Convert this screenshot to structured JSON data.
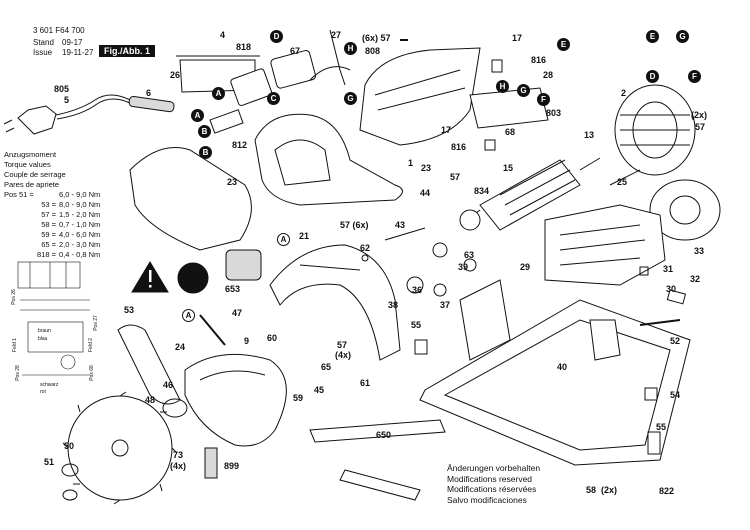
{
  "header": {
    "part_number": "3 601 F64 700",
    "stand_label": "Stand",
    "stand_value": "09-17",
    "issue_label": "Issue",
    "issue_value": "19-11-27",
    "figure_tag": "Fig./Abb. 1"
  },
  "torque_table": {
    "titles": [
      "Anzugsmoment",
      "Torque values",
      "Couple de serrage",
      "Pares de apriete"
    ],
    "rows": [
      {
        "pos": "Pos 51 =",
        "value": "6,0 - 9,0 Nm"
      },
      {
        "pos": "53 =",
        "value": "8,0 - 9,0 Nm"
      },
      {
        "pos": "57 =",
        "value": "1,5 - 2,0 Nm"
      },
      {
        "pos": "58 =",
        "value": "0,7 - 1,0 Nm"
      },
      {
        "pos": "59 =",
        "value": "4,0 - 6,0 Nm"
      },
      {
        "pos": "65 =",
        "value": "2,0 - 3,0 Nm"
      },
      {
        "pos": "818 =",
        "value": "0,4 - 0,8 Nm"
      }
    ]
  },
  "notes": [
    "Änderungen vorbehalten",
    "Modifications reserved",
    "Modifications réservées",
    "Salvo modificaciones"
  ],
  "wiring_labels": [
    "Pos 26",
    "Pos 27",
    "Pos 28",
    "Pos 68",
    "Feld 1",
    "Feld 2",
    "braun",
    "blau",
    "schwarz",
    "rot"
  ],
  "callouts": {
    "c805": "805",
    "c5": "5",
    "c6": "6",
    "c4": "4",
    "c818a": "818",
    "c26": "26",
    "c67": "67",
    "c27": "27",
    "c57a": "(6x) 57",
    "c808": "808",
    "c17a": "17",
    "c816a": "816",
    "c28": "28",
    "c2": "2",
    "c57b": "(2x)",
    "c57c": "57",
    "c812": "812",
    "c1": "1",
    "c803": "803",
    "c17b": "17",
    "c68": "68",
    "c816b": "816",
    "c13": "13",
    "c15": "15",
    "c23a": "23",
    "c23b": "23",
    "c834": "834",
    "c25": "25",
    "c57d": "57",
    "c44": "44",
    "c57e": "57 (6x)",
    "c43": "43",
    "c21": "21",
    "c62": "62",
    "c63": "63",
    "c39": "39",
    "c29": "29",
    "c33": "33",
    "c653": "653",
    "c36": "36",
    "c37": "37",
    "c38": "38",
    "c31": "31",
    "c30": "30",
    "c32": "32",
    "c53": "53",
    "c47": "47",
    "c9": "9",
    "c60": "60",
    "c55a": "55",
    "c52": "52",
    "c24": "24",
    "c57f": "57",
    "c57g": "(4x)",
    "c65": "65",
    "c40": "40",
    "c46": "46",
    "c59": "59",
    "c45": "45",
    "c61": "61",
    "c54": "54",
    "c48": "48",
    "c650": "650",
    "c50": "50",
    "c73": "73",
    "c73x": "(4x)",
    "c899": "899",
    "c55b": "55",
    "c51": "51",
    "c58": "58",
    "c58x": "(2x)",
    "c822": "822"
  },
  "markers": {
    "A": "A",
    "B": "B",
    "C": "C",
    "D": "D",
    "E": "E",
    "F": "F",
    "G": "G",
    "H": "H"
  },
  "colors": {
    "ink": "#111111",
    "paper": "#ffffff",
    "shade": "#d9d9d9"
  }
}
